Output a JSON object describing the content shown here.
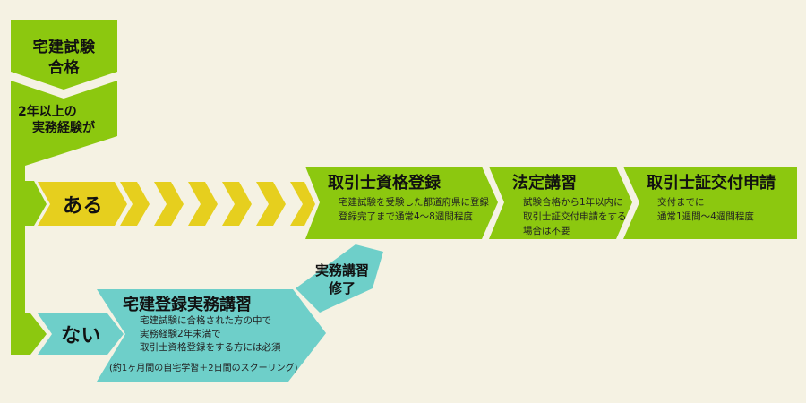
{
  "colors": {
    "background": "#f5f2e3",
    "green": "#8cc80f",
    "yellow": "#e6cf1e",
    "teal": "#6ecfc9"
  },
  "start": {
    "line1": "宅建試験",
    "line2": "合格"
  },
  "condition": {
    "line1": "2年以上の",
    "line2": "実務経験が"
  },
  "yes_branch": {
    "label": "ある",
    "steps": [
      {
        "title": "取引士資格登録",
        "lines": [
          "宅建試験を受験した都道府県に登録",
          "登録完了まで通常4〜8週間程度"
        ]
      },
      {
        "title": "法定講習",
        "lines": [
          "試験合格から1年以内に",
          "取引士証交付申請をする",
          "場合は不要"
        ]
      },
      {
        "title": "取引士証交付申請",
        "lines": [
          "交付までに",
          "通常1週間〜4週間程度"
        ]
      }
    ]
  },
  "no_branch": {
    "label": "ない",
    "course": {
      "title": "宅建登録実務講習",
      "lines": [
        "宅建試験に合格された方の中で",
        "実務経験2年未満で",
        "取引士資格登録をする方には必須"
      ],
      "note": "(約1ヶ月間の自宅学習＋2日間のスクーリング)"
    },
    "completion": {
      "line1": "実務講習",
      "line2": "修了"
    }
  }
}
